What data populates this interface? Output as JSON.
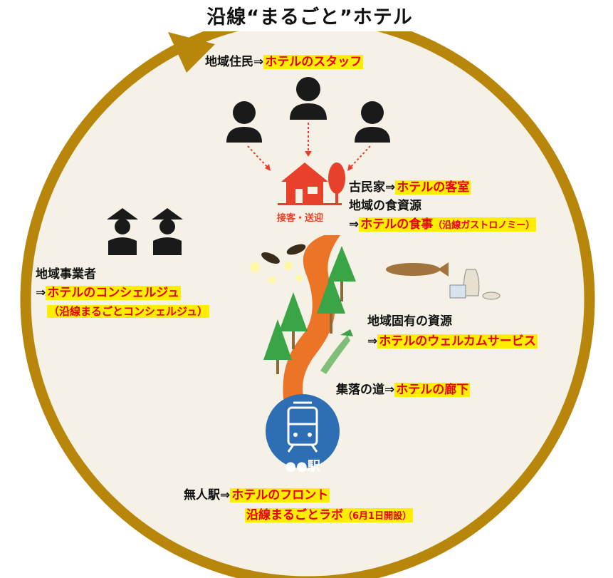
{
  "title": "沿線“まるごと”ホテル",
  "colors": {
    "ring": "#b8860b",
    "background_disc": "#f6f1e6",
    "path": "#ec7426",
    "highlight_bg": "#ffee00",
    "highlight_text": "#e60012",
    "station": "#2e6eb5",
    "house": "#e8402a",
    "tree": "#3aa547"
  },
  "residents": {
    "label": "地域住民⇒",
    "highlight": "ホテルのスタッフ",
    "icon": "person-icon"
  },
  "house": {
    "caption": "接客・送迎",
    "icon": "house-icon"
  },
  "kominka": {
    "label": "古民家⇒",
    "highlight": "ホテルの客室"
  },
  "food": {
    "line1": "地域の食資源",
    "prefix": "⇒",
    "highlight": "ホテルの食事",
    "highlight_small": "（沿線ガストロノミー）"
  },
  "business": {
    "line1": "地域事業者",
    "prefix": "⇒",
    "highlight": "ホテルのコンシェルジュ",
    "line3": "（沿線まるごとコンシェルジュ）",
    "icon": "farmer-icon"
  },
  "unique": {
    "line1": "地域固有の資源",
    "prefix": "⇒",
    "highlight": "ホテルのウェルカムサービス"
  },
  "road": {
    "label": "集落の道⇒",
    "highlight": "ホテルの廊下"
  },
  "station": {
    "name": "●●駅",
    "icon": "train-icon"
  },
  "front": {
    "label": "無人駅⇒",
    "highlight": "ホテルのフロント",
    "line2": "沿線まるごとラボ",
    "line2_small": "（6月1日開設）"
  }
}
